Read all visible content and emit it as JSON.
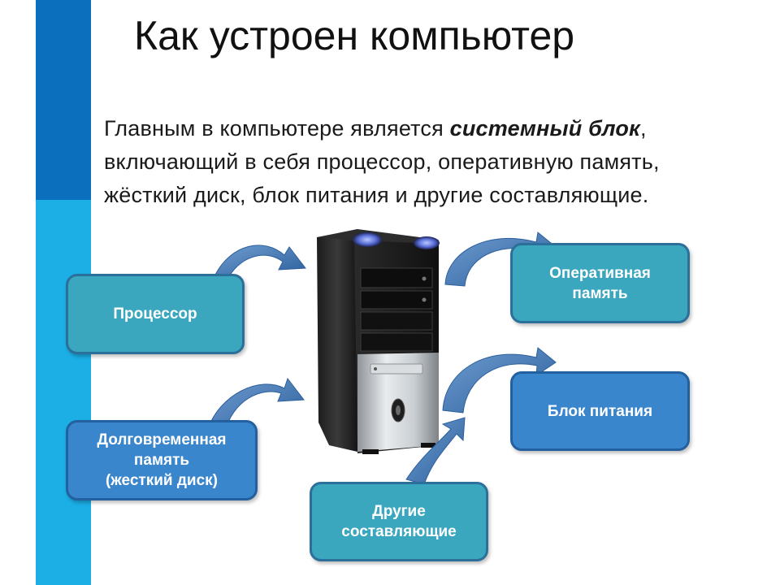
{
  "title": "Как устроен компьютер",
  "intro": {
    "part1": "Главным в компьютере является ",
    "emphasis": "системный блок",
    "part2": ", включающий в себя процессор, оперативную память, жёсткий диск, блок питания и другие составляющие."
  },
  "components": {
    "cpu": {
      "label": "Процессор"
    },
    "ram": {
      "line1": "Оперативная",
      "line2": "память"
    },
    "psu": {
      "label": "Блок питания"
    },
    "hdd": {
      "line1": "Долговременная",
      "line2": "память",
      "line3": "(жесткий диск)"
    },
    "other": {
      "line1": "Другие",
      "line2": "составляющие"
    }
  },
  "colors": {
    "stripe_dark": "#0b6fbd",
    "stripe_light": "#1bafe6",
    "teal_box": "#3ba7bf",
    "blue_box": "#3a86cc",
    "arrow": "#3f74ad"
  }
}
